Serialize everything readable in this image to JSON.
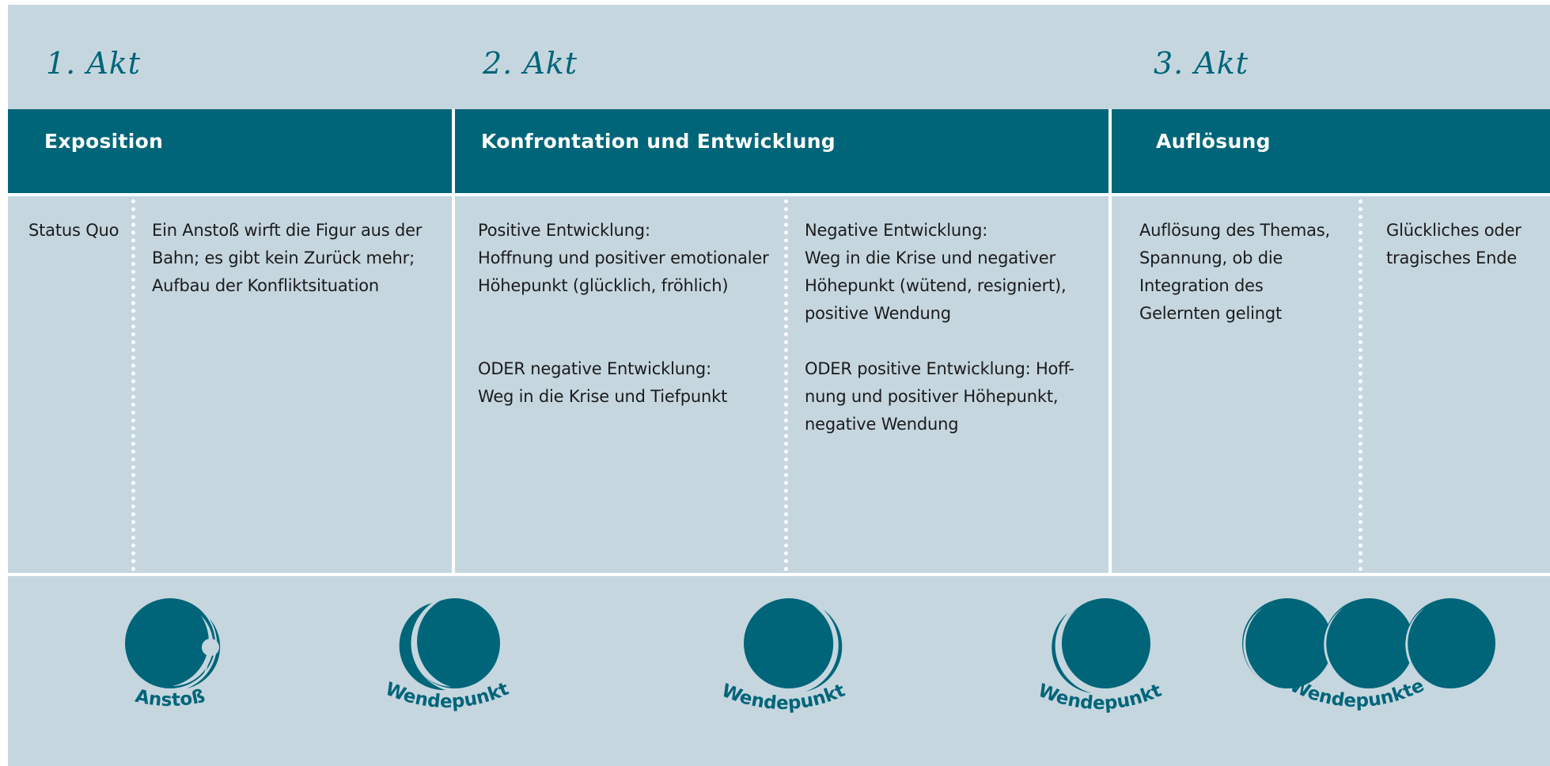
{
  "acts": [
    "1. Akt",
    "2. Akt",
    "3. Akt"
  ],
  "phases": {
    "exposition": "Exposition",
    "konfrontation": "Konfrontation und Entwicklung",
    "aufloesung": "Auflösung"
  },
  "cells": {
    "status_quo": "Status Quo",
    "ansto_text": [
      "Ein Anstoß wirft die Figur aus der",
      "Bahn; es gibt kein Zurück mehr;",
      "Aufbau der Konfliktsituation"
    ],
    "positive_dev": [
      "Positive Entwicklung:",
      "Hoffnung und positiver emotionaler",
      "Höhepunkt (glücklich, fröhlich)"
    ],
    "oder_negative": [
      "ODER  negative Entwicklung:",
      "Weg in die Krise und Tiefpunkt"
    ],
    "negative_dev": [
      "Negative Entwicklung:",
      "Weg in die Krise und negativer",
      "Höhepunkt (wütend, resigniert),",
      "positive Wendung"
    ],
    "oder_positive": [
      "ODER positive Entwicklung: Hoff-",
      "nung und positiver Höhepunkt,",
      "negative Wendung"
    ],
    "aufloesung_text": [
      "Auflösung des Themas,",
      "Spannung, ob die",
      "Integration des",
      "Gelernten gelingt"
    ],
    "ende_text": [
      "Glückliches oder",
      "tragisches Ende"
    ]
  },
  "icon_labels": {
    "anstoss": "Anstoß",
    "wendepunkt_1": "Wendepunkt",
    "wendepunkt_2": "Wendepunkt",
    "wendepunkt_3": "Wendepunkt",
    "wendepunkte": "Wendepunkte"
  },
  "colors": {
    "background": "#c5d6df",
    "primary": "#006579",
    "lines": "#ffffff",
    "text": "#1b1b1b"
  }
}
